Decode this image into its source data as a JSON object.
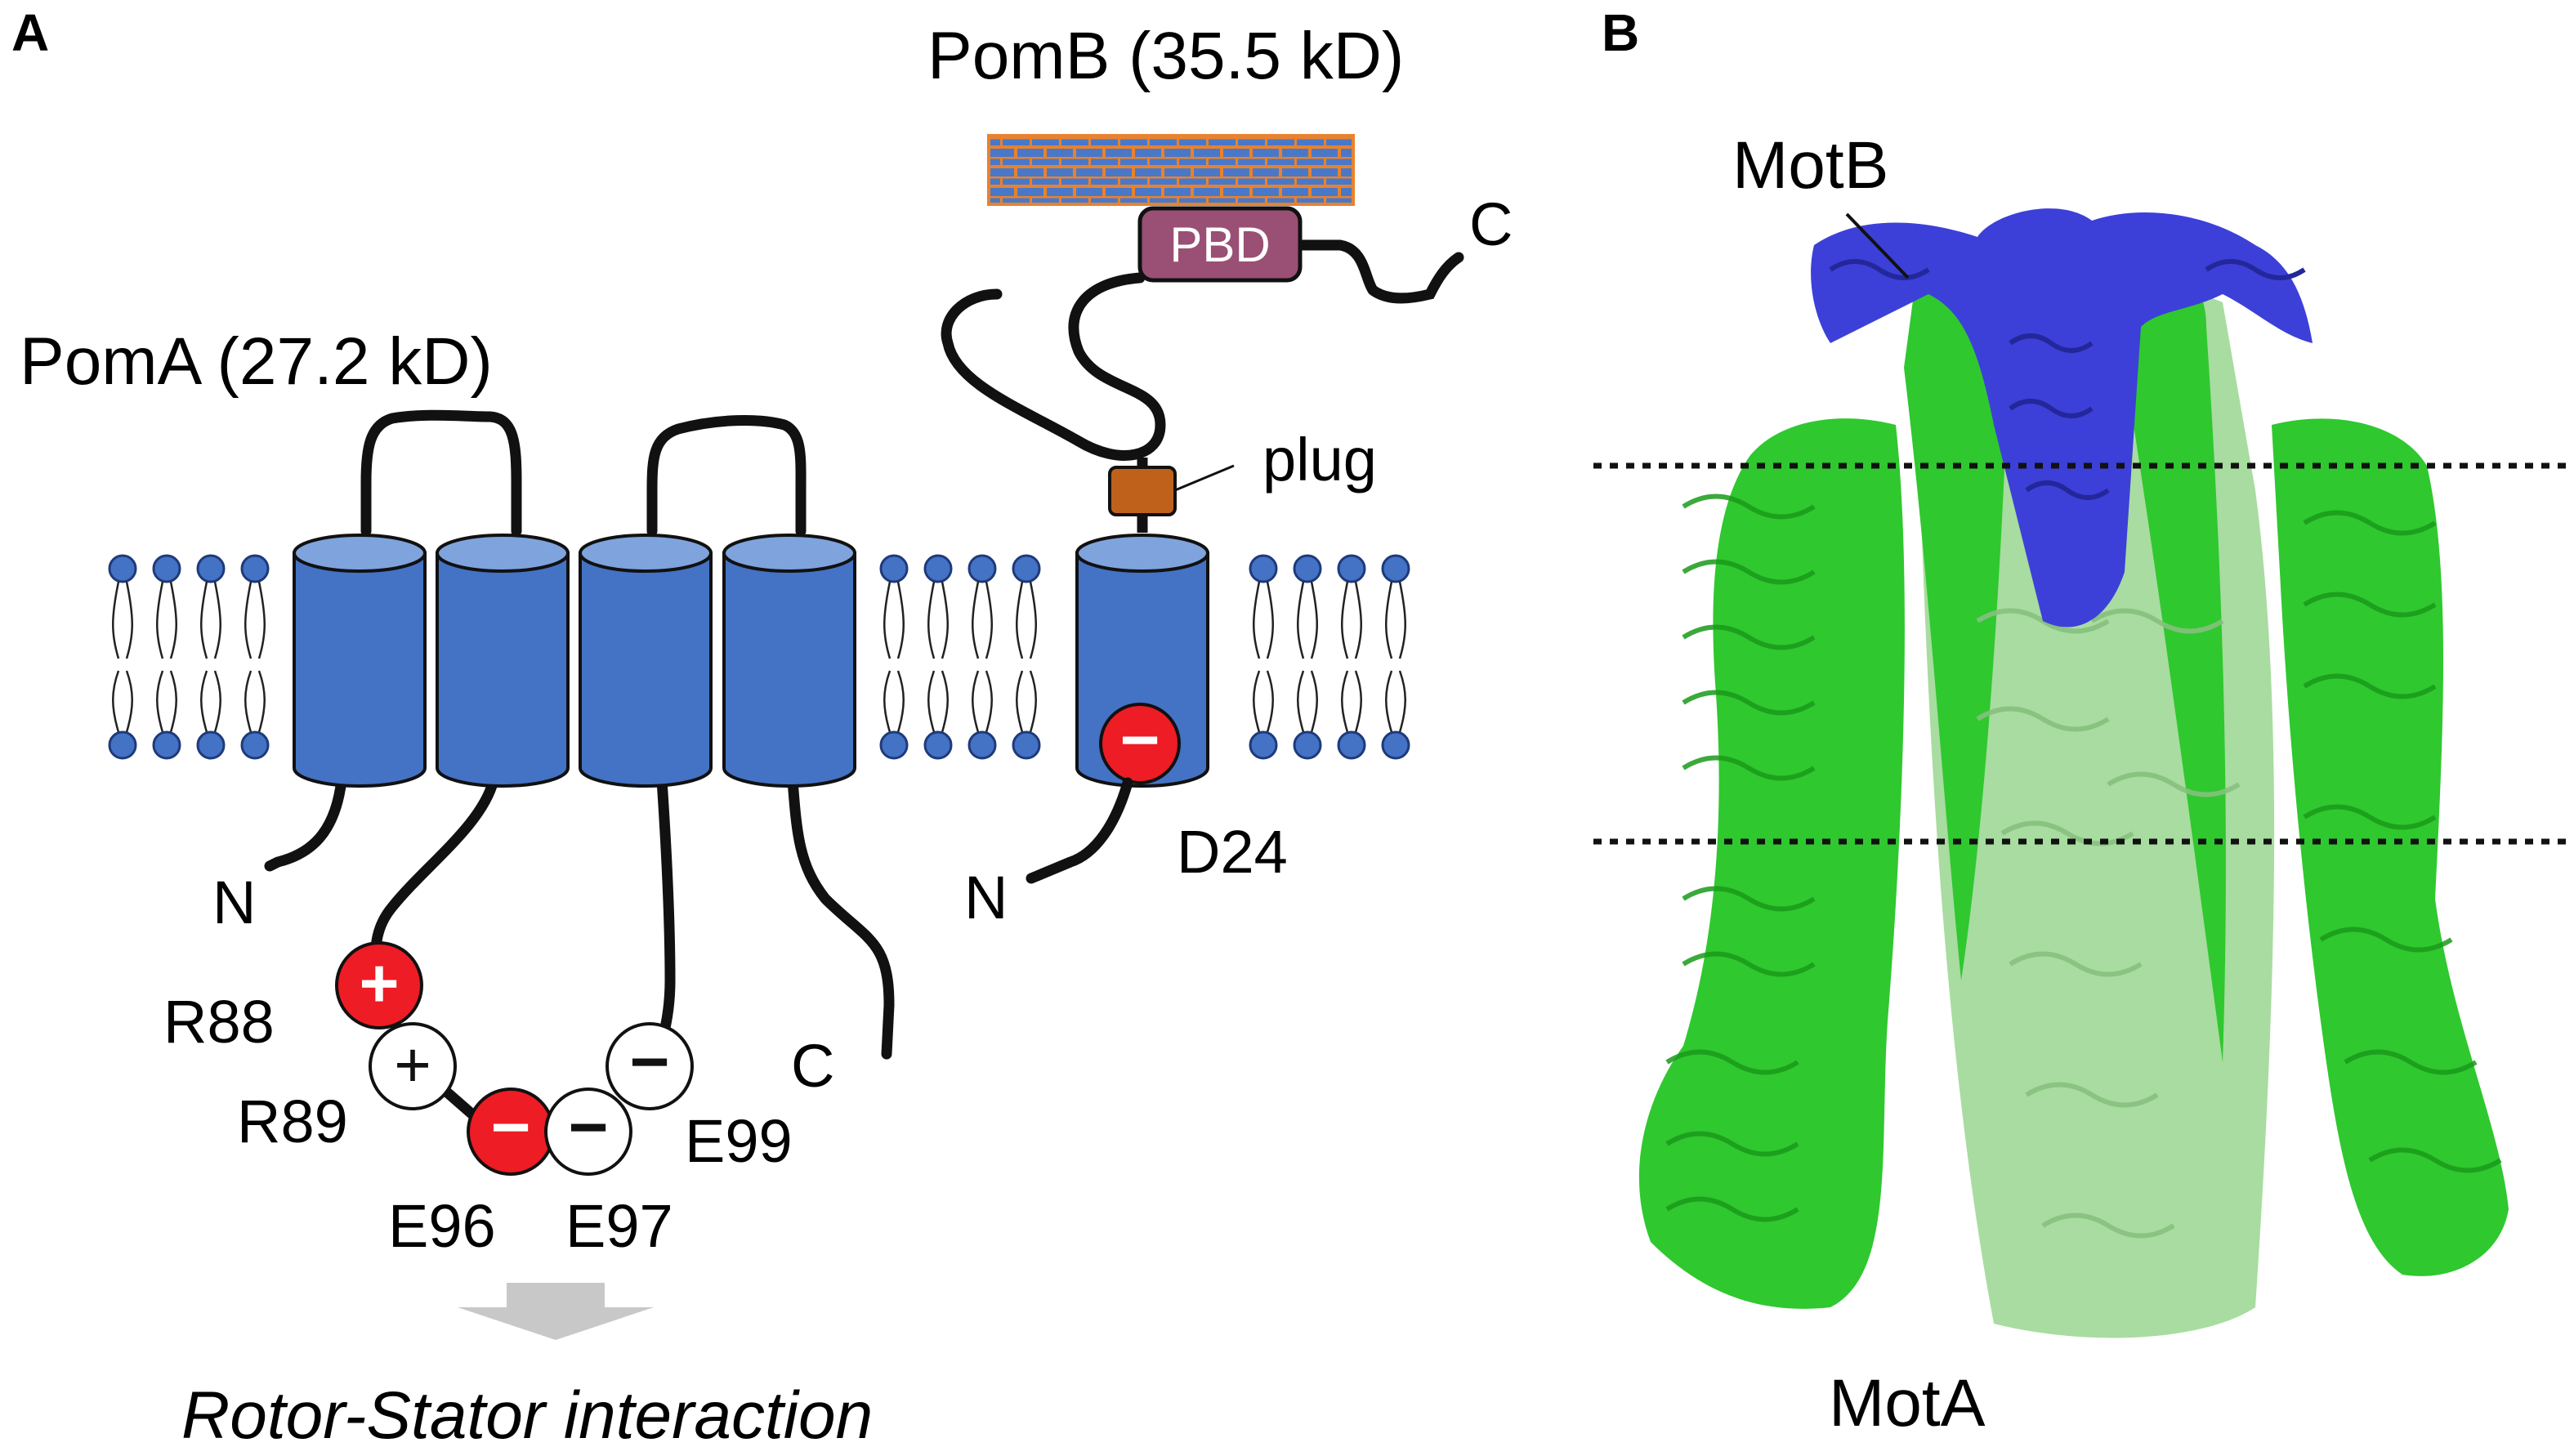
{
  "panel_a": {
    "panel_label": "A",
    "poma": {
      "title": "PomA (27.2 kD)",
      "n_term": "N",
      "c_term": "C",
      "residues": {
        "r88": {
          "label": "R88",
          "charge_symbol": "+"
        },
        "r89": {
          "label": "R89",
          "charge_symbol": "+"
        },
        "e96": {
          "label": "E96",
          "charge_symbol": "−"
        },
        "e97": {
          "label": "E97",
          "charge_symbol": "−"
        },
        "e99": {
          "label": "E99",
          "charge_symbol": "−"
        }
      }
    },
    "pomb": {
      "title": "PomB (35.5 kD)",
      "pbd_label": "PBD",
      "plug_label": "plug",
      "n_term": "N",
      "c_term": "C",
      "d24": {
        "label": "D24",
        "charge_symbol": "−"
      }
    },
    "interaction_label": "Rotor-Stator interaction"
  },
  "panel_b": {
    "panel_label": "B",
    "motb_label": "MotB",
    "mota_label": "MotA"
  },
  "colors": {
    "helix_blue": "#4472c4",
    "helix_top": "#7fa3dc",
    "charged_red": "#ee1c24",
    "pbd_fill": "#9a4f74",
    "plug_fill": "#c0611b",
    "peptidoglycan_fill": "#4a78c8",
    "peptidoglycan_line": "#e8822e",
    "mota_green": "#2fc82f",
    "mota_light_green": "#a8dca0",
    "motb_blue": "#3c40d8",
    "arrow_gray": "#c8c8c8"
  }
}
